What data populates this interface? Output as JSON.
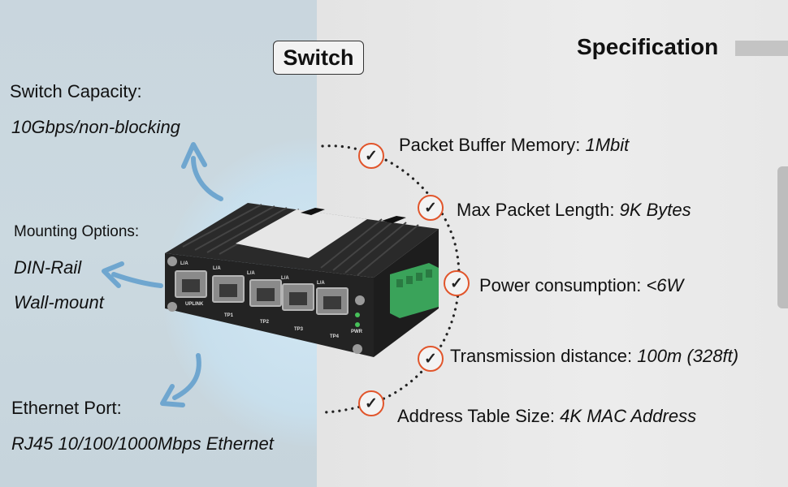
{
  "header": {
    "switch_label": "Switch",
    "spec_label": "Specification"
  },
  "left_features": {
    "capacity_label": "Switch Capacity:",
    "capacity_value": "10Gbps/non-blocking",
    "mounting_label": "Mounting Options:",
    "mounting_value_1": "DIN-Rail",
    "mounting_value_2": "Wall-mount",
    "ethernet_label": "Ethernet Port:",
    "ethernet_value": "RJ45 10/100/1000Mbps Ethernet"
  },
  "specs": [
    {
      "label": "Packet Buffer Memory:",
      "value": "1Mbit"
    },
    {
      "label": "Max Packet Length:",
      "value": "9K Bytes"
    },
    {
      "label": "Power consumption:",
      "value": "<6W"
    },
    {
      "label": "Transmission distance:",
      "value": "100m (328ft)"
    },
    {
      "label": "Address Table Size:",
      "value": "4K MAC Address"
    }
  ],
  "device": {
    "port_labels": [
      "L/A",
      "L/A",
      "L/A",
      "L/A",
      "L/A"
    ],
    "port_names": [
      "UPLINK",
      "TP1",
      "TP2",
      "TP3",
      "TP4"
    ],
    "pwr_label": "PWR"
  },
  "colors": {
    "check_ring": "#e1552b",
    "arrow": "#6fa6cf",
    "terminal": "#3aa35a"
  }
}
